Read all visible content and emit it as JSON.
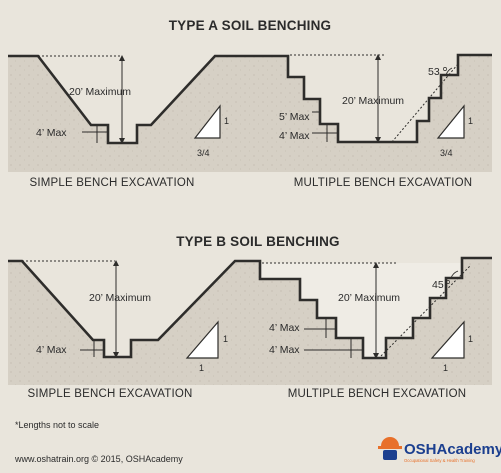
{
  "type_a": {
    "title": "TYPE A SOIL BENCHING",
    "simple": {
      "caption": "SIMPLE BENCH EXCAVATION",
      "depth_label": "20’ Maximum",
      "bench_label": "4’ Max",
      "slope_rise": "1",
      "slope_run": "3/4"
    },
    "multiple": {
      "caption": "MULTIPLE BENCH EXCAVATION",
      "depth_label": "20’ Maximum",
      "bench_label_upper": "5’ Max",
      "bench_label_lower": "4’ Max",
      "angle_label": "53",
      "slope_rise": "1",
      "slope_run": "3/4"
    }
  },
  "type_b": {
    "title": "TYPE B SOIL BENCHING",
    "simple": {
      "caption": "SIMPLE BENCH EXCAVATION",
      "depth_label": "20’ Maximum",
      "bench_label": "4’ Max",
      "slope_rise": "1",
      "slope_run": "1"
    },
    "multiple": {
      "caption": "MULTIPLE BENCH EXCAVATION",
      "depth_label": "20’ Maximum",
      "bench_label_upper": "4’ Max",
      "bench_label_lower": "4’ Max",
      "angle_label": "45",
      "slope_rise": "1",
      "slope_run": "1"
    }
  },
  "footnote": "*Lengths not to scale",
  "credit": "www.oshatrain.org © 2015, OSHAcademy",
  "logo": {
    "name": "OSHAcademy",
    "tagline": "Occupational Safety & Health Training"
  },
  "colors": {
    "background": "#e9e5dc",
    "soil": "#d6d0c5",
    "line": "#2e2d2b",
    "logo_blue": "#1b3f8f",
    "logo_orange": "#e8702a"
  }
}
